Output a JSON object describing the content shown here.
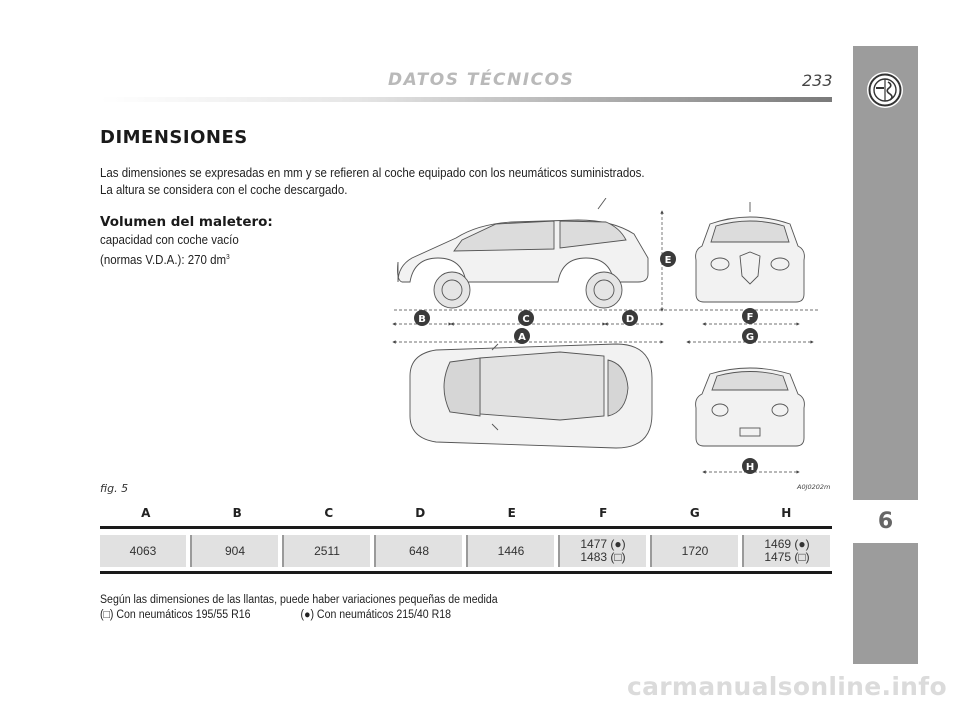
{
  "header": {
    "title": "DATOS TÉCNICOS",
    "page_number": "233"
  },
  "chapter": "6",
  "section": {
    "title": "DIMENSIONES",
    "intro_line1": "Las dimensiones se expresadas en mm y se refieren al coche equipado con los neumáticos suministrados.",
    "intro_line2": "La altura se considera con el coche descargado."
  },
  "trunk": {
    "title": "Volumen del maletero:",
    "line1": "capacidad con coche vacío",
    "line2": "(normas V.D.A.):    270 dm",
    "unit_sup": "3"
  },
  "figure": {
    "label": "fig. 5",
    "code": "A0J0202m",
    "markers": {
      "a": "A",
      "b": "B",
      "c": "C",
      "d": "D",
      "e": "E",
      "f": "F",
      "g": "G",
      "h": "H"
    }
  },
  "table": {
    "headers": [
      "A",
      "B",
      "C",
      "D",
      "E",
      "F",
      "G",
      "H"
    ],
    "values": [
      [
        "4063"
      ],
      [
        "904"
      ],
      [
        "2511"
      ],
      [
        "648"
      ],
      [
        "1446"
      ],
      [
        "1477 (●)",
        "1483 (□)"
      ],
      [
        "1720"
      ],
      [
        "1469 (●)",
        "1475 (□)"
      ]
    ]
  },
  "footnote": {
    "line1": "Según las dimensiones de las llantas, puede haber variaciones pequeñas de medida",
    "note_square": "(□) Con neumáticos 195/55 R16",
    "note_dot": "(●) Con neumáticos 215/40 R18"
  },
  "watermark": "carmanualsonline.info"
}
